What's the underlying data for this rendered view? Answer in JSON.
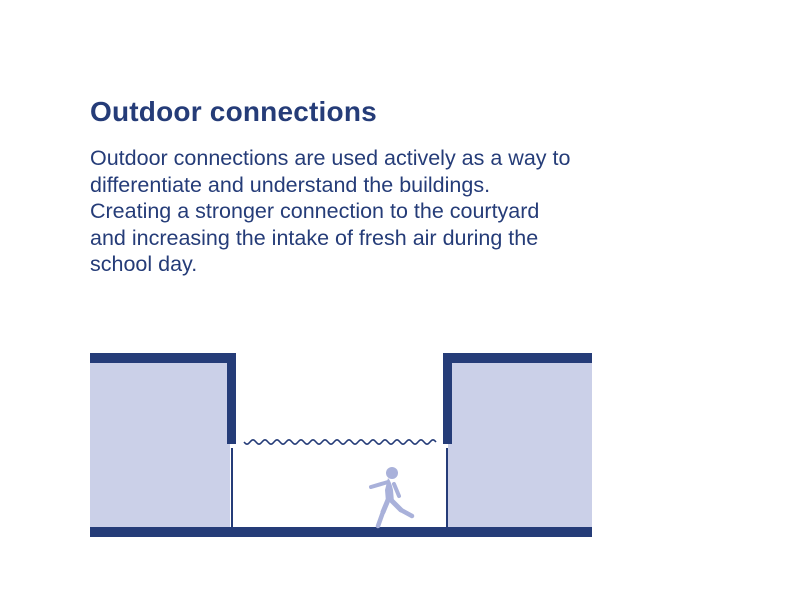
{
  "heading": "Outdoor connections",
  "description_lines": [
    "Outdoor connections are used actively as a way to",
    "differentiate and understand the buildings.",
    "Creating a stronger connection to the courtyard",
    "and increasing the intake of fresh air during the",
    "school day."
  ],
  "colors": {
    "text": "#253c78",
    "structure": "#253c78",
    "building_fill": "#cbd0e8",
    "figure": "#a9b1da"
  },
  "icons": [
    "running-person-icon",
    "wave-line-icon"
  ]
}
